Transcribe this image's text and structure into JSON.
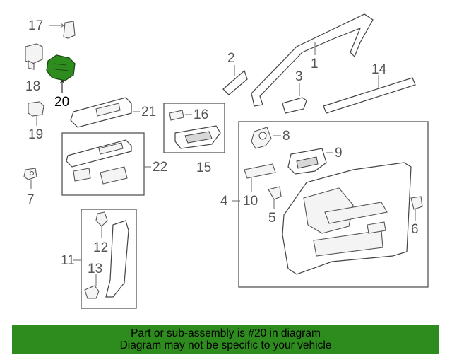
{
  "callouts": {
    "c1": "1",
    "c2": "2",
    "c3": "3",
    "c4": "4",
    "c5": "5",
    "c6": "6",
    "c7": "7",
    "c8": "8",
    "c9": "9",
    "c10": "10",
    "c11": "11",
    "c12": "12",
    "c13": "13",
    "c14": "14",
    "c15": "15",
    "c16": "16",
    "c17": "17",
    "c18": "18",
    "c19": "19",
    "c20": "20",
    "c21": "21",
    "c22": "22"
  },
  "highlight": {
    "part": "20",
    "color": "#2e8b1e"
  },
  "banner": {
    "line1": "Part or sub-assembly is #20 in diagram",
    "line2": "Diagram may not be specific to your vehicle",
    "background": "#2e8b1e"
  }
}
